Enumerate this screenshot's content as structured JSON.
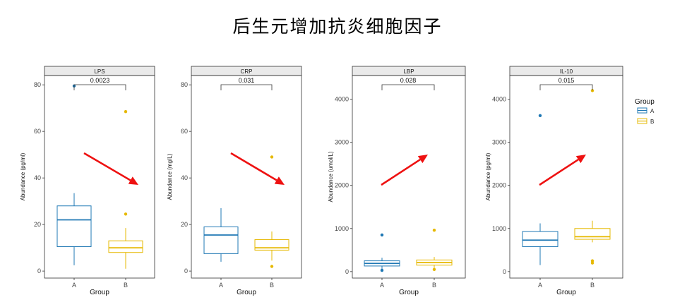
{
  "title": "后生元增加抗炎细胞因子",
  "legend": {
    "title": "Group",
    "items": [
      {
        "label": "A",
        "color": "#1f78b4"
      },
      {
        "label": "B",
        "color": "#e6b800"
      }
    ]
  },
  "chart_data": [
    {
      "type": "box",
      "title": "LPS",
      "xlabel": "Group",
      "ylabel": "Abundance (pg/ml)",
      "categories": [
        "A",
        "B"
      ],
      "ylim": [
        -3,
        84
      ],
      "yticks": [
        0,
        20,
        40,
        60,
        80
      ],
      "pvalue": "0.0023",
      "trend": "down",
      "boxes": [
        {
          "group": "A",
          "whisker_low": 2.5,
          "q1": 10.5,
          "median": 22,
          "q3": 28,
          "whisker_high": 33.5,
          "outliers": [
            79.5
          ]
        },
        {
          "group": "B",
          "whisker_low": 1,
          "q1": 8,
          "median": 10,
          "q3": 13,
          "whisker_high": 18.5,
          "outliers": [
            68.5,
            24.5
          ]
        }
      ]
    },
    {
      "type": "box",
      "title": "CRP",
      "xlabel": "Group",
      "ylabel": "Abundance (mg/L)",
      "categories": [
        "A",
        "B"
      ],
      "ylim": [
        -3,
        84
      ],
      "yticks": [
        0,
        20,
        40,
        60,
        80
      ],
      "pvalue": "0.031",
      "trend": "down",
      "boxes": [
        {
          "group": "A",
          "whisker_low": 4,
          "q1": 7.5,
          "median": 15.5,
          "q3": 19,
          "whisker_high": 27,
          "outliers": []
        },
        {
          "group": "B",
          "whisker_low": 4.5,
          "q1": 9,
          "median": 10,
          "q3": 13.5,
          "whisker_high": 17,
          "outliers": [
            49,
            2
          ]
        }
      ]
    },
    {
      "type": "box",
      "title": "LBP",
      "xlabel": "Group",
      "ylabel": "Abundance (umol/L)",
      "categories": [
        "A",
        "B"
      ],
      "ylim": [
        -150,
        4550
      ],
      "yticks": [
        0,
        1000,
        2000,
        3000,
        4000
      ],
      "pvalue": "0.028",
      "trend": "up",
      "boxes": [
        {
          "group": "A",
          "whisker_low": 30,
          "q1": 130,
          "median": 190,
          "q3": 250,
          "whisker_high": 320,
          "outliers": [
            850,
            30
          ]
        },
        {
          "group": "B",
          "whisker_low": 80,
          "q1": 150,
          "median": 210,
          "q3": 270,
          "whisker_high": 340,
          "outliers": [
            960,
            50
          ]
        }
      ]
    },
    {
      "type": "box",
      "title": "IL-10",
      "xlabel": "Group",
      "ylabel": "Abundance (pg/ml)",
      "categories": [
        "A",
        "B"
      ],
      "ylim": [
        -150,
        4550
      ],
      "yticks": [
        0,
        1000,
        2000,
        3000,
        4000
      ],
      "pvalue": "0.015",
      "trend": "up",
      "boxes": [
        {
          "group": "A",
          "whisker_low": 150,
          "q1": 580,
          "median": 730,
          "q3": 930,
          "whisker_high": 1120,
          "outliers": [
            3620
          ]
        },
        {
          "group": "B",
          "whisker_low": 680,
          "q1": 750,
          "median": 810,
          "q3": 1000,
          "whisker_high": 1180,
          "outliers": [
            4200,
            250,
            200
          ]
        }
      ]
    }
  ]
}
